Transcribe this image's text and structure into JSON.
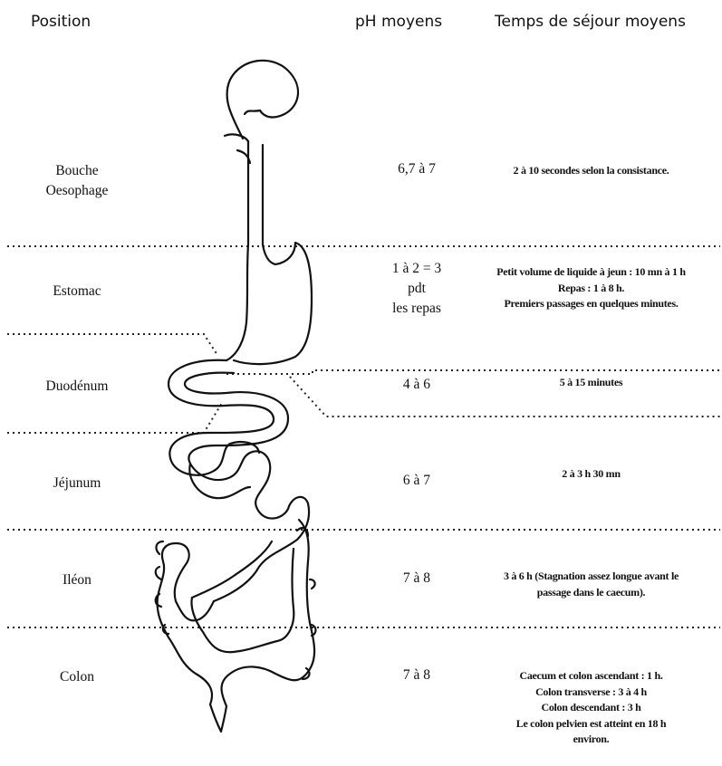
{
  "headers": {
    "position": "Position",
    "ph": "pH moyens",
    "time": "Temps de séjour moyens"
  },
  "rows": [
    {
      "position": [
        "Bouche",
        "Oesophage"
      ],
      "ph": [
        "6,7 à 7"
      ],
      "time": [
        "2 à 10 secondes selon la consistance."
      ]
    },
    {
      "position": [
        "Estomac"
      ],
      "ph": [
        "1 à 2 = 3",
        "pdt",
        "les repas"
      ],
      "time": [
        "Petit volume de liquide à jeun : 10 mn à 1 h",
        "Repas : 1 à 8 h.",
        "Premiers passages en quelques minutes."
      ]
    },
    {
      "position": [
        "Duodénum"
      ],
      "ph": [
        "4 à 6"
      ],
      "time": [
        "5 à 15 minutes"
      ]
    },
    {
      "position": [
        "Jéjunum"
      ],
      "ph": [
        "6 à 7"
      ],
      "time": [
        "2 à 3 h 30 mn"
      ]
    },
    {
      "position": [
        "Iléon"
      ],
      "ph": [
        "7 à 8"
      ],
      "time": [
        "3 à 6 h (Stagnation assez longue avant le",
        "passage dans le caecum)."
      ]
    },
    {
      "position": [
        "Colon"
      ],
      "ph": [
        "7 à 8"
      ],
      "time": [
        "Caecum et colon ascendant : 1 h.",
        "Colon transverse : 3 à 4 h",
        "Colon descendant : 3 h",
        "Le colon pelvien est atteint en  18 h",
        "environ."
      ]
    }
  ]
}
